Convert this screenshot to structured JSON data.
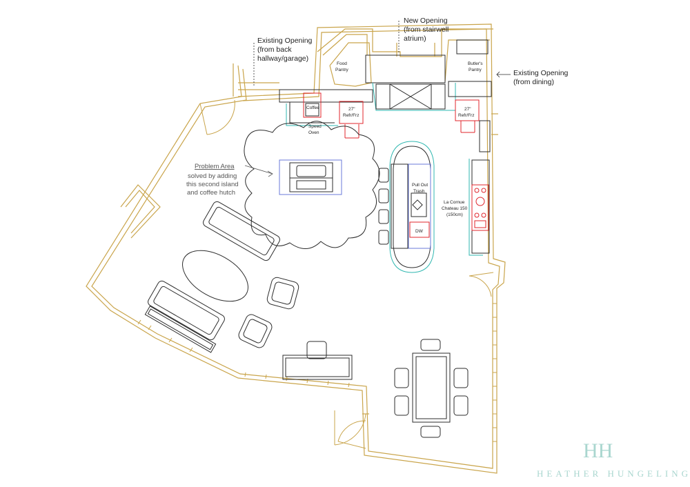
{
  "labels": {
    "existing_back": [
      "Existing Opening",
      "(from back",
      "hallway/garage)"
    ],
    "new_opening": [
      "New Opening",
      "(from stairwell",
      "atrium)"
    ],
    "existing_dining": [
      "Existing Opening",
      "(from dining)"
    ],
    "food_pantry": [
      "Food",
      "Pantry"
    ],
    "butlers_pantry": [
      "Butler's",
      "Pantry"
    ],
    "coffee": "Coffee",
    "speed_oven": [
      "Speed",
      "Oven"
    ],
    "fridge_left": [
      "27\"",
      "Refr/Frz"
    ],
    "fridge_right": [
      "27\"",
      "Refr/Frz"
    ],
    "pull_out_trash": [
      "Pull Out",
      "Trash"
    ],
    "dw": "DW",
    "range": [
      "La Cornue",
      "Chateau 150",
      "(150cm)"
    ],
    "problem_title": "Problem Area",
    "problem_body": [
      "solved by adding",
      "this second island",
      "and coffee hutch"
    ]
  },
  "brand": {
    "monogram": "HH",
    "name": "HEATHER HUNGELING"
  },
  "colors": {
    "wall": "#c9a44a",
    "line": "#2b2b2b",
    "cabinet_teal": "#2fb7b0",
    "appliance_red": "#e0242b",
    "island_blue": "#6a78d8",
    "brand": "#a9d6cf"
  }
}
